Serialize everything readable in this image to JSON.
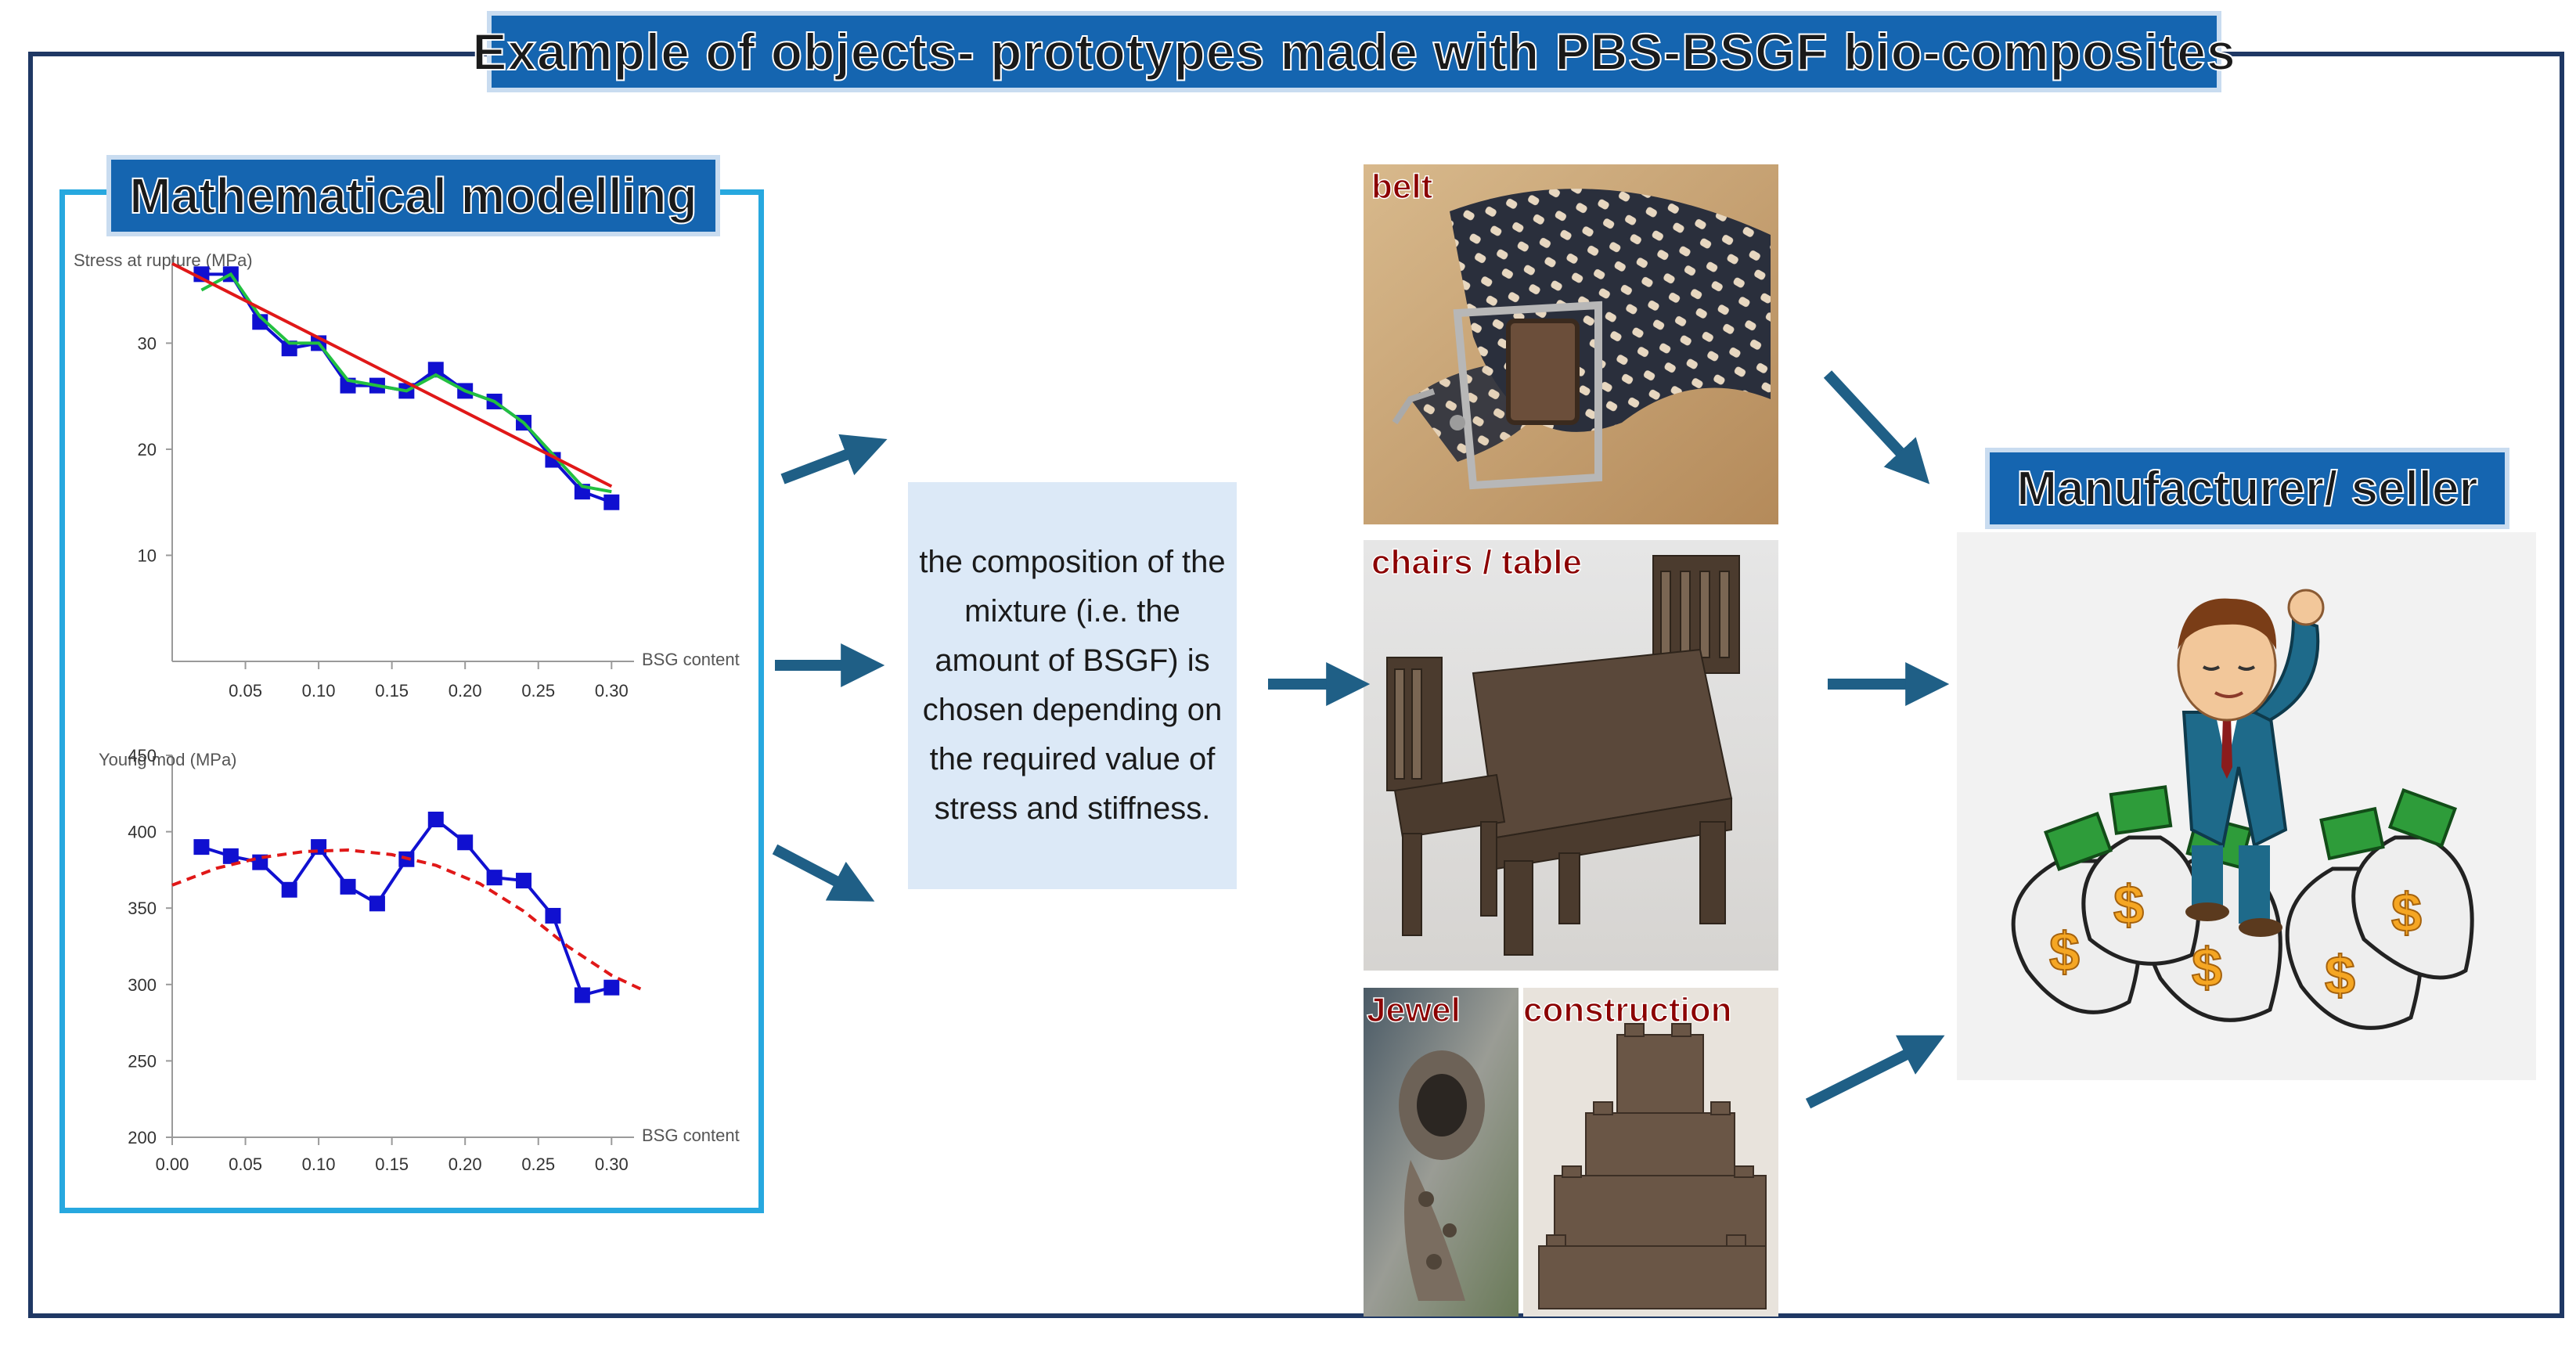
{
  "title": "Example of objects- prototypes made with PBS-BSGF bio-composites",
  "left_panel": {
    "heading": "Mathematical modelling"
  },
  "chart_data": [
    {
      "type": "line",
      "ylabel": "Stress at rupture (MPa)",
      "xlabel": "BSG content",
      "x_ticks": [
        "0.05",
        "0.10",
        "0.15",
        "0.20",
        "0.25",
        "0.30"
      ],
      "y_ticks": [
        "10",
        "20",
        "30"
      ],
      "xlim": [
        0,
        0.31
      ],
      "ylim": [
        0,
        38
      ],
      "series": [
        {
          "values_x": [
            0.02,
            0.04,
            0.06,
            0.08,
            0.1,
            0.12,
            0.14,
            0.16,
            0.18,
            0.2,
            0.22,
            0.24,
            0.26,
            0.28,
            0.3
          ],
          "values_y": [
            36.5,
            36.5,
            32,
            29.5,
            30,
            26,
            26,
            25.5,
            27.5,
            25.5,
            24.5,
            22.5,
            19,
            16,
            15
          ],
          "color": "#1010d0",
          "marker": "square"
        },
        {
          "values_x": [
            0.02,
            0.04,
            0.06,
            0.08,
            0.1,
            0.12,
            0.14,
            0.16,
            0.18,
            0.2,
            0.22,
            0.24,
            0.26,
            0.28,
            0.3
          ],
          "values_y": [
            35,
            36.5,
            32.5,
            30,
            30,
            26.5,
            26,
            25.5,
            27,
            25.5,
            24.5,
            22.5,
            19.5,
            16.5,
            16
          ],
          "color": "#22c040",
          "marker": "none"
        },
        {
          "values_x": [
            0.0,
            0.3
          ],
          "values_y": [
            37.5,
            16.5
          ],
          "color": "#e01818",
          "marker": "none"
        }
      ]
    },
    {
      "type": "line",
      "ylabel": "Young mod (MPa)",
      "xlabel": "BSG content",
      "x_ticks": [
        "0.00",
        "0.05",
        "0.10",
        "0.15",
        "0.20",
        "0.25",
        "0.30"
      ],
      "y_ticks": [
        "200",
        "250",
        "300",
        "350",
        "400",
        "450"
      ],
      "xlim": [
        0,
        0.31
      ],
      "ylim": [
        200,
        450
      ],
      "series": [
        {
          "values_x": [
            0.02,
            0.04,
            0.06,
            0.08,
            0.1,
            0.12,
            0.14,
            0.16,
            0.18,
            0.2,
            0.22,
            0.24,
            0.26,
            0.28,
            0.3
          ],
          "values_y": [
            390,
            384,
            380,
            362,
            390,
            364,
            353,
            382,
            408,
            393,
            370,
            368,
            345,
            293,
            298
          ],
          "color": "#1010d0",
          "marker": "square"
        },
        {
          "values_x": [
            0.0,
            0.03,
            0.06,
            0.09,
            0.12,
            0.15,
            0.18,
            0.21,
            0.24,
            0.27,
            0.3,
            0.32
          ],
          "values_y": [
            365,
            376,
            383,
            387,
            388,
            385,
            378,
            366,
            348,
            325,
            306,
            297
          ],
          "color": "#e01818",
          "marker": "none",
          "dashed": true
        }
      ]
    }
  ],
  "center_text": "the composition of the mixture (i.e. the amount of BSGF) is chosen depending on the required value of stress and stiffness.",
  "products": [
    {
      "label": "belt"
    },
    {
      "label": "chairs / table"
    },
    {
      "label": "Jewel"
    },
    {
      "label": "construction"
    }
  ],
  "manufacturer": {
    "heading": "Manufacturer/ seller",
    "bag_symbol": "$"
  },
  "colors": {
    "banner": "#1565b0",
    "frame": "#1f3864",
    "math_frame": "#27a8df",
    "arrow": "#1f5f86",
    "box": "#dce9f7"
  }
}
